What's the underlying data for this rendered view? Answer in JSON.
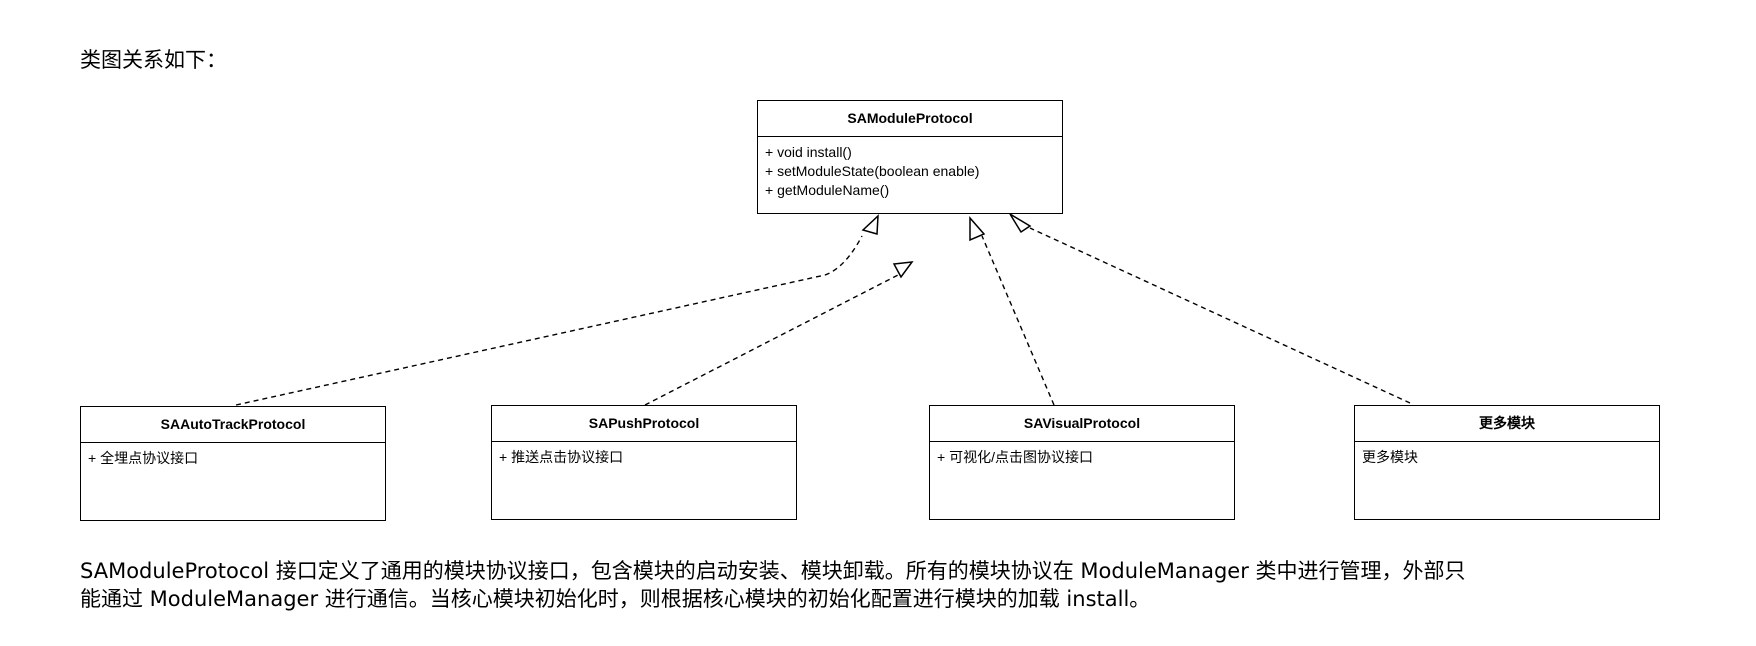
{
  "heading": "类图关系如下：",
  "diagram": {
    "line_color": "#000000",
    "line_style": "dashed",
    "arrowhead": "hollow-triangle",
    "interface": {
      "name": "SAModuleProtocol",
      "members": [
        "+ void install()",
        "+ setModuleState(boolean enable)",
        "+ getModuleName()"
      ]
    },
    "implementations": [
      {
        "name": "SAAutoTrackProtocol",
        "members": [
          "+ 全埋点协议接口"
        ]
      },
      {
        "name": "SAPushProtocol",
        "members": [
          "+ 推送点击协议接口"
        ]
      },
      {
        "name": "SAVisualProtocol",
        "members": [
          "+ 可视化/点击图协议接口"
        ]
      },
      {
        "name": "更多模块",
        "members": [
          "更多模块"
        ]
      }
    ]
  },
  "description": {
    "line1": "SAModuleProtocol 接口定义了通用的模块协议接口，包含模块的启动安装、模块卸载。所有的模块协议在 ModuleManager 类中进行管理，外部只",
    "line2": "能通过 ModuleManager 进行通信。当核心模块初始化时，则根据核心模块的初始化配置进行模块的加载 install。"
  }
}
